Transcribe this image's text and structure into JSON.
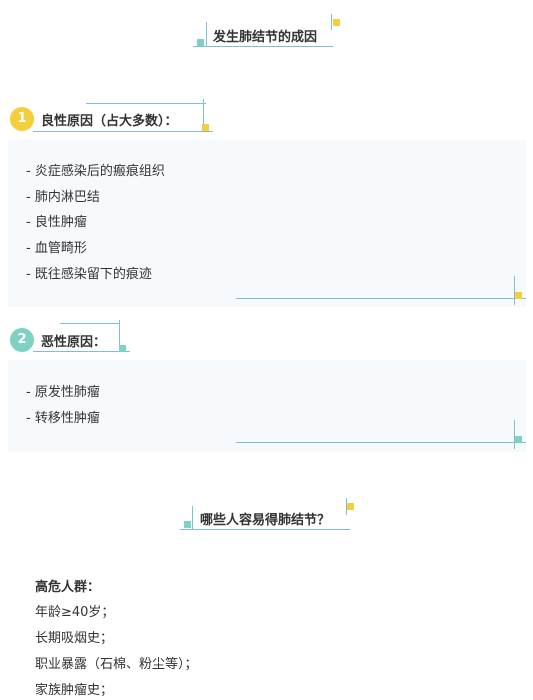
{
  "section1": {
    "title": "发生肺结节的成因"
  },
  "benign": {
    "number": "1",
    "heading": "良性原因（占大多数）：",
    "items": [
      "- 炎症感染后的瘢痕组织",
      "- 肺内淋巴结",
      "- 良性肿瘤",
      "- 血管畸形",
      "- 既往感染留下的痕迹"
    ]
  },
  "malignant": {
    "number": "2",
    "heading": "恶性原因：",
    "items": [
      "- 原发性肺瘤",
      "- 转移性肿瘤"
    ]
  },
  "section2": {
    "title": "哪些人容易得肺结节？"
  },
  "highrisk": {
    "heading": "高危人群：",
    "lines": [
      "年龄≥40岁；",
      "长期吸烟史；",
      "职业暴露（石棉、粉尘等）；",
      "家族肿瘤史；"
    ]
  },
  "colors": {
    "yellow": "#f3cf3d",
    "teal": "#7fd1c1",
    "line": "#7fbfd6",
    "box": "#f7fafd"
  }
}
